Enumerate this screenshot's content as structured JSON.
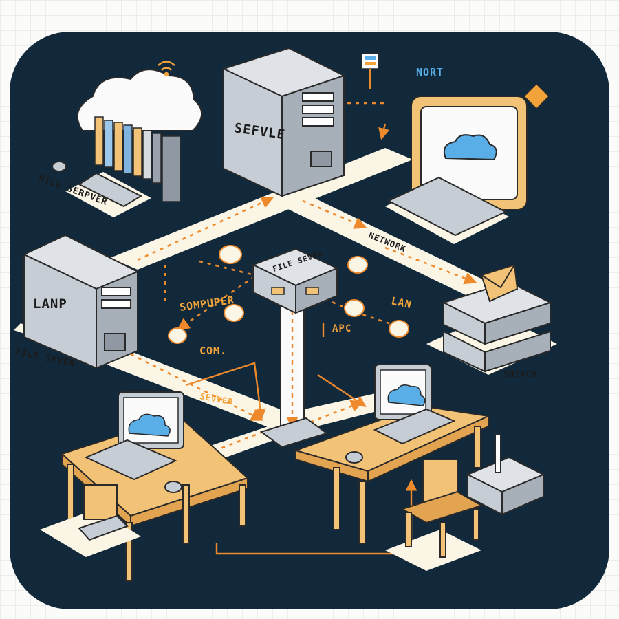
{
  "labels": {
    "top_server": "SEFVLE",
    "nort": "NORT",
    "file_server_left": "NILE SERPVER",
    "network": "NETWORK",
    "hub": "FILE SEVER",
    "lanp": "LANP",
    "file_sever": "FILE SEVER",
    "sompuper": "SOMPUPER",
    "lan": "LAN",
    "com": "COM.",
    "apc": "APC",
    "shivch": "SHIVCH",
    "server_bottom": "SEVVER"
  },
  "colors": {
    "background": "#fbfbfa",
    "panel": "#11293a",
    "path": "#fbf5e6",
    "accent": "#ef8a2c",
    "device_gray": "#c7cdd4",
    "device_dark": "#8f98a3",
    "wood": "#f2c277",
    "wood_dark": "#e3a452",
    "cloud_blue": "#5aaee8",
    "label": "#1b1b1b",
    "label_accent": "#f2a33a"
  }
}
